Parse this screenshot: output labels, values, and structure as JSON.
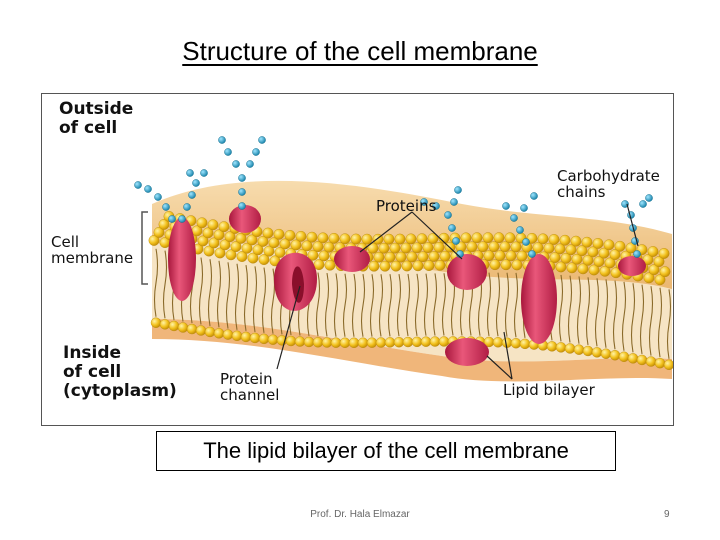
{
  "slide": {
    "title": "Structure of the cell membrane",
    "caption": "The lipid bilayer of the cell membrane",
    "footer_author": "Prof. Dr. Hala Elmazar",
    "page_number": "9"
  },
  "diagram": {
    "labels": {
      "outside_line1": "Outside",
      "outside_line2": "of cell",
      "cell_membrane_line1": "Cell",
      "cell_membrane_line2": "membrane",
      "inside_line1": "Inside",
      "inside_line2": "of cell",
      "inside_line3": "(cytoplasm)",
      "proteins": "Proteins",
      "carbohydrate_line1": "Carbohydrate",
      "carbohydrate_line2": "chains",
      "protein_channel_line1": "Protein",
      "protein_channel_line2": "channel",
      "lipid_bilayer": "Lipid bilayer"
    },
    "colors": {
      "membrane_top": "#f2c98a",
      "lipid_head": "#f3c21e",
      "lipid_tail": "#8a6a2a",
      "protein": "#d8335a",
      "carbohydrate": "#2aa3c8",
      "inner_layer": "#f0b67a"
    }
  }
}
